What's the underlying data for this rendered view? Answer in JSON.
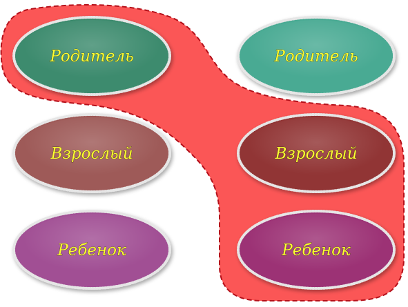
{
  "diagram": {
    "nodes": [
      {
        "id": "left-parent",
        "column": "left",
        "row": 1,
        "label": "Родитель",
        "color": "#3e8b6e",
        "highlighted": true
      },
      {
        "id": "left-adult",
        "column": "left",
        "row": 2,
        "label": "Взрослый",
        "color": "#9e5a58",
        "highlighted": false
      },
      {
        "id": "left-child",
        "column": "left",
        "row": 3,
        "label": "Ребенок",
        "color": "#a14f94",
        "highlighted": false
      },
      {
        "id": "right-parent",
        "column": "right",
        "row": 1,
        "label": "Родитель",
        "color": "#4aaa93",
        "highlighted": false
      },
      {
        "id": "right-adult",
        "column": "right",
        "row": 2,
        "label": "Взрослый",
        "color": "#913535",
        "highlighted": true
      },
      {
        "id": "right-child",
        "column": "right",
        "row": 3,
        "label": "Ребенок",
        "color": "#9c3075",
        "highlighted": true
      }
    ],
    "highlight_region": {
      "fill": "#fb5656",
      "border": "#b5101a",
      "border_style": "dashed",
      "encloses": [
        "left-parent",
        "right-adult",
        "right-child"
      ]
    },
    "node_border": {
      "color": "#e6e6e6",
      "style": "dotted"
    },
    "label_color": "#ffff33"
  }
}
